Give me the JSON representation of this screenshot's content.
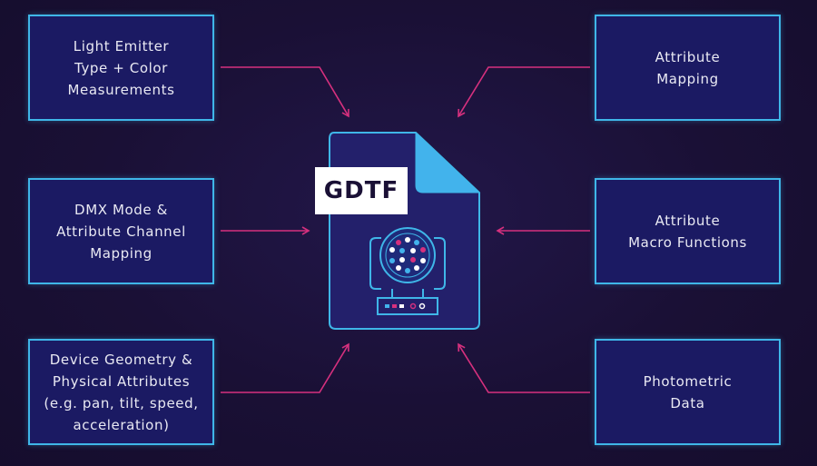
{
  "document": {
    "tag": "GDTF"
  },
  "boxes": {
    "light_emitter": "Light Emitter\nType + Color\nMeasurements",
    "dmx_mode": "DMX Mode &\nAttribute Channel\nMapping",
    "device_geometry": "Device Geometry &\nPhysical Attributes\n(e.g. pan, tilt, speed,\nacceleration)",
    "attribute_mapping": "Attribute\nMapping",
    "attribute_macro": "Attribute\nMacro Functions",
    "photometric": "Photometric\nData"
  },
  "colors": {
    "box_border": "#3fb6e8",
    "box_fill": "#1b1a63",
    "arrow": "#d6307e",
    "document_fill": "#23206b",
    "fold": "#42b3ec",
    "background": "#1a1035"
  },
  "icons": {
    "fixture": "moving-head-light-icon"
  }
}
